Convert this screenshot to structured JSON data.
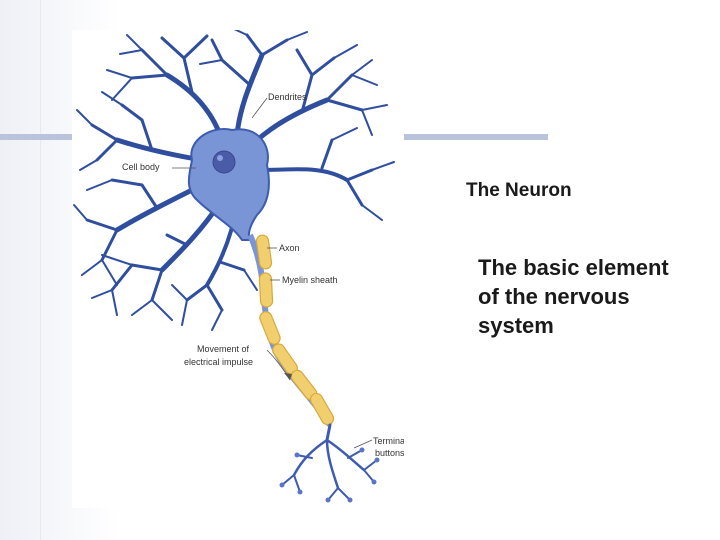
{
  "slide": {
    "title": "The Neuron",
    "body": "The basic element of the nervous system"
  },
  "figure": {
    "labels": {
      "dendrites": "Dendrites",
      "cell_body": "Cell body",
      "axon": "Axon",
      "myelin_sheath": "Myelin sheath",
      "movement_line1": "Movement of",
      "movement_line2": "electrical impulse",
      "terminal_line1": "Terminal",
      "terminal_line2": "buttons"
    }
  },
  "colors": {
    "neuron_fill": "#7a95d6",
    "neuron_dark": "#2f4e9e",
    "nucleus": "#4a5ba8",
    "myelin": "#f1cf6e",
    "accent_bar": "#b9c4dc"
  }
}
